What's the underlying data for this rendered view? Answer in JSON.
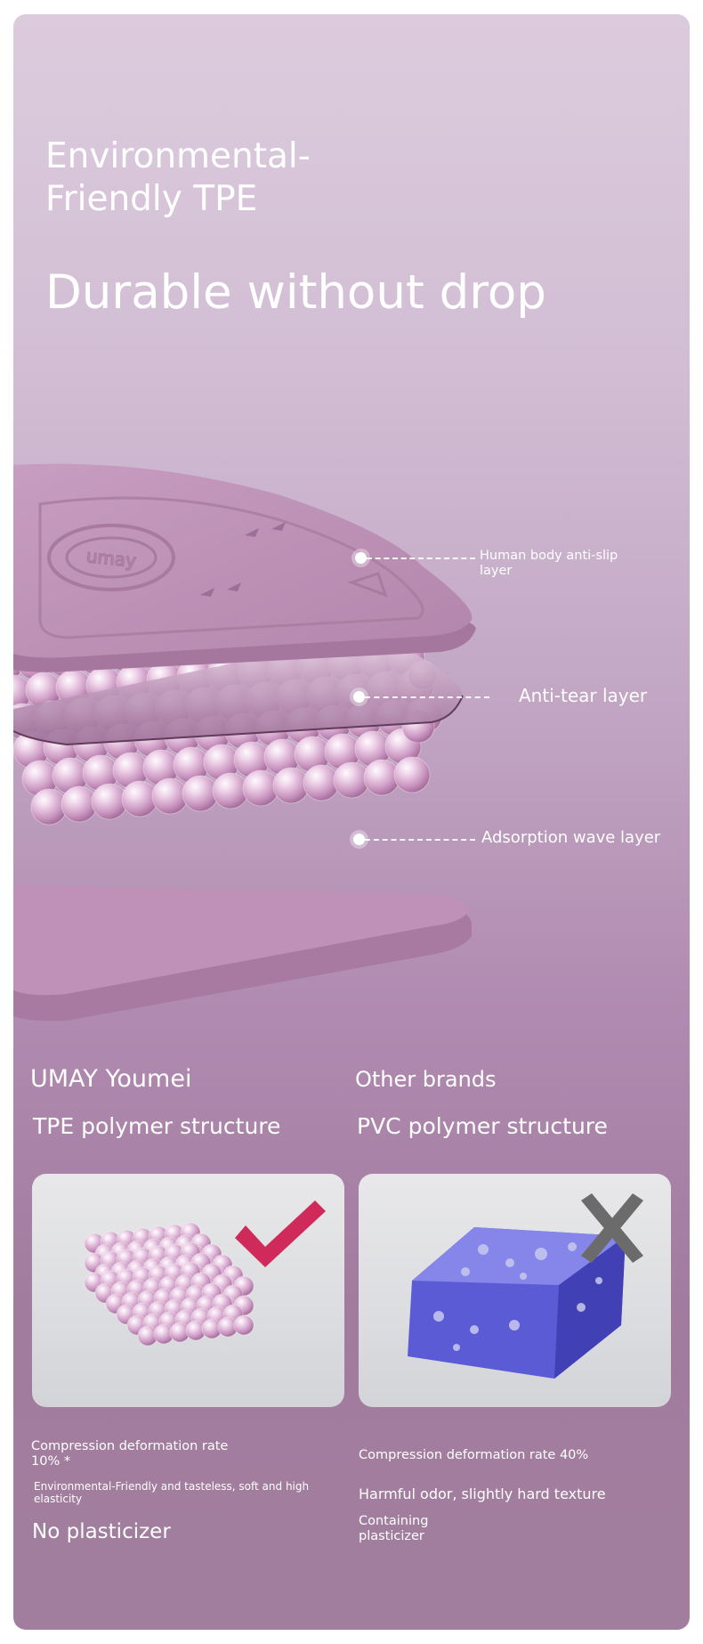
{
  "headline": {
    "line1": "Environmental-",
    "line2": "Friendly TPE",
    "tagline": "Durable without drop"
  },
  "layers": {
    "top": [
      "Human body anti-slip",
      "layer"
    ],
    "middle": "Anti-tear layer",
    "bottom": "Adsorption wave layer"
  },
  "mat_logo": "umay",
  "comparison": {
    "left": {
      "brand": "UMAY Youmei",
      "structure": "TPE polymer structure",
      "compression": [
        "Compression deformation rate",
        "10% *"
      ],
      "feature": [
        "Environmental-Friendly and tasteless, soft and high",
        "elasticity"
      ],
      "plasticizer": "No plasticizer",
      "mark": "check-icon",
      "mark_color": "#d02a5a"
    },
    "right": {
      "brand": "Other brands",
      "structure": "PVC polymer structure",
      "compression": "Compression deformation rate 40%",
      "feature": "Harmful odor, slightly hard texture",
      "plasticizer": [
        "Containing",
        "plasticizer"
      ],
      "mark": "cross-icon",
      "mark_color": "#6b6b6b"
    }
  },
  "colors": {
    "background_top": "#dccbdd",
    "background_bottom": "#a17e9e",
    "mat": "#b889b0",
    "pvc_foam": "#5b5bd6"
  }
}
